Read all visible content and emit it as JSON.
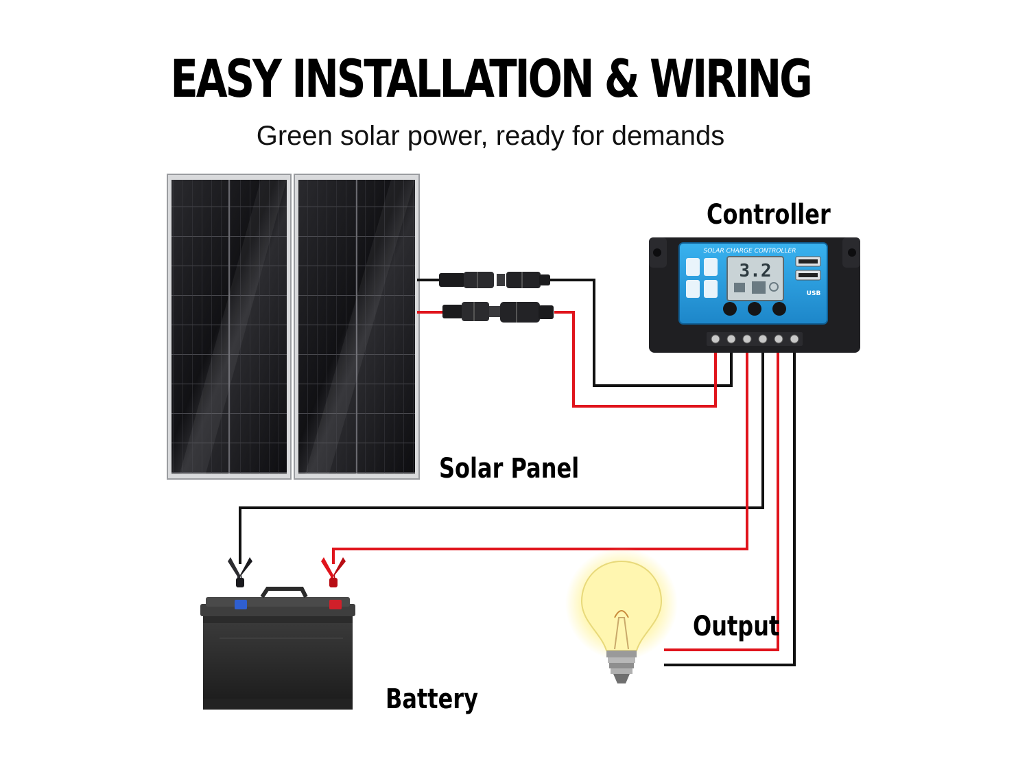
{
  "header": {
    "title": "EASY INSTALLATION & WIRING",
    "subtitle": "Green solar power, ready for demands"
  },
  "labels": {
    "controller": "Controller",
    "solar_panel": "Solar Panel",
    "battery": "Battery",
    "output": "Output"
  },
  "controller": {
    "brand_text": "SOLAR CHARGE CONTROLLER",
    "display_value": "3.2",
    "usb_label": "USB"
  },
  "colors": {
    "positive_wire": "#e0141c",
    "negative_wire": "#111111",
    "controller_body": "#1f1f22",
    "controller_face": "#2aa0e0",
    "lcd": "#c9d3d6",
    "bulb_glow": "#fff27a"
  },
  "icons": [
    "solar-panel-icon",
    "charge-controller-icon",
    "battery-icon",
    "light-bulb-icon",
    "mc4-connector-icon",
    "alligator-clip-icon"
  ]
}
